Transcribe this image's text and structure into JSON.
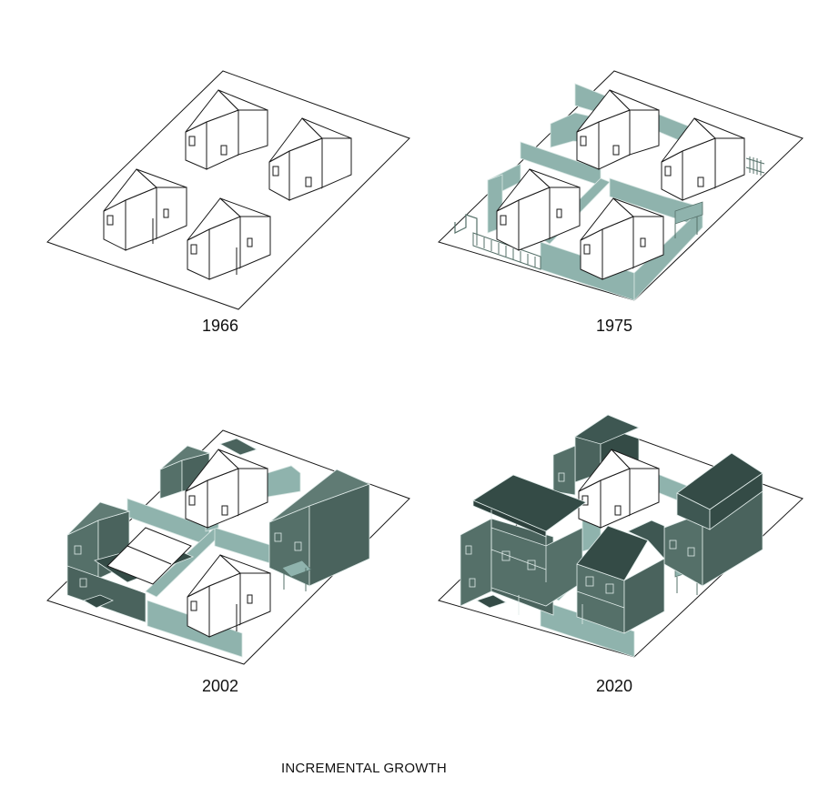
{
  "title": "INCREMENTAL GROWTH",
  "panels": [
    {
      "year": "1966"
    },
    {
      "year": "1975"
    },
    {
      "year": "2002"
    },
    {
      "year": "2020"
    }
  ],
  "colors": {
    "fence_light": "#8fb3ad",
    "wall_mid": "#557069",
    "wall_dark": "#344b46",
    "outline": "#1a1a1a",
    "background": "#ffffff"
  }
}
